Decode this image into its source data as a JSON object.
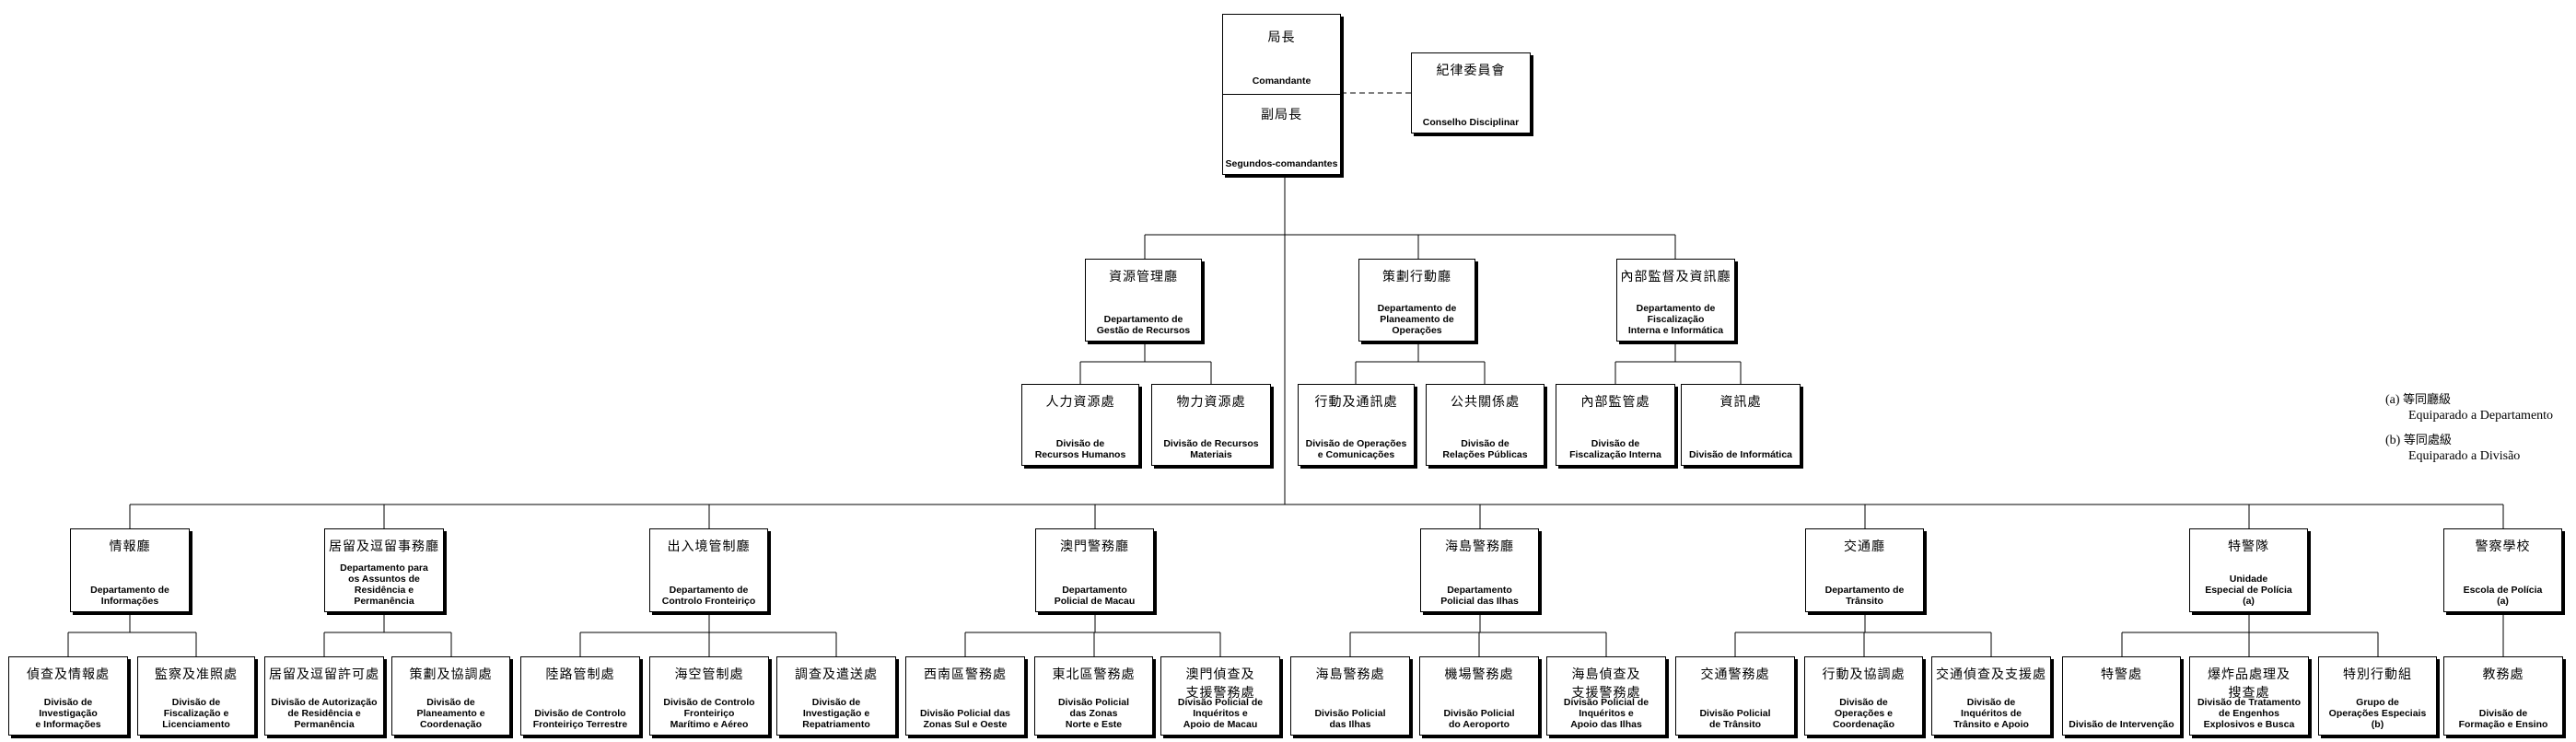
{
  "commander": {
    "zh": "局長",
    "pt": "Comandante"
  },
  "deputy": {
    "zh": "副局長",
    "pt": "Segundos-comandantes"
  },
  "council": {
    "zh": "紀律委員會",
    "pt": "Conselho Disciplinar"
  },
  "level2": [
    {
      "zh": "資源管理廳",
      "pt": "Departamento de\nGestão de Recursos"
    },
    {
      "zh": "策劃行動廳",
      "pt": "Departamento de\nPlaneamento de\nOperações"
    },
    {
      "zh": "內部監督及資訊廳",
      "pt": "Departamento de\nFiscalização\nInterna e Informática"
    }
  ],
  "level3": [
    {
      "zh": "人力資源處",
      "pt": "Divisão de\nRecursos Humanos"
    },
    {
      "zh": "物力資源處",
      "pt": "Divisão de Recursos\nMateriais"
    },
    {
      "zh": "行動及通訊處",
      "pt": "Divisão de Operações\ne Comunicações"
    },
    {
      "zh": "公共關係處",
      "pt": "Divisão de\nRelações Públicas"
    },
    {
      "zh": "內部監管處",
      "pt": "Divisão de\nFiscalização Interna"
    },
    {
      "zh": "資訊處",
      "pt": "Divisão de Informática"
    }
  ],
  "level4": [
    {
      "zh": "情報廳",
      "pt": "Departamento de\nInformações"
    },
    {
      "zh": "居留及逗留事務廳",
      "pt": "Departamento para\nos Assuntos de\nResidência e\nPermanência"
    },
    {
      "zh": "出入境管制廳",
      "pt": "Departamento de\nControlo Fronteiriço"
    },
    {
      "zh": "澳門警務廳",
      "pt": "Departamento\nPolicial de Macau"
    },
    {
      "zh": "海島警務廳",
      "pt": "Departamento\nPolicial das Ilhas"
    },
    {
      "zh": "交通廳",
      "pt": "Departamento de\nTrânsito"
    },
    {
      "zh": "特警隊",
      "pt": "Unidade\nEspecial de Polícia\n(a)"
    },
    {
      "zh": "警察學校",
      "pt": "Escola de Polícia\n(a)"
    }
  ],
  "level5": [
    {
      "zh": "偵查及情報處",
      "pt": "Divisão de\nInvestigação\ne Informações"
    },
    {
      "zh": "監察及准照處",
      "pt": "Divisão de\nFiscalização e\nLicenciamento"
    },
    {
      "zh": "居留及逗留許可處",
      "pt": "Divisão de Autorização\nde Residência e\nPermanência"
    },
    {
      "zh": "策劃及協調處",
      "pt": "Divisão de\nPlaneamento e\nCoordenação"
    },
    {
      "zh": "陸路管制處",
      "pt": "Divisão de Controlo\nFronteiriço Terrestre"
    },
    {
      "zh": "海空管制處",
      "pt": "Divisão de Controlo\nFronteiriço\nMarítimo e Aéreo"
    },
    {
      "zh": "調查及遣送處",
      "pt": "Divisão de\nInvestigação e\nRepatriamento"
    },
    {
      "zh": "西南區警務處",
      "pt": "Divisão Policial das\nZonas Sul e Oeste"
    },
    {
      "zh": "東北區警務處",
      "pt": "Divisão Policial\ndas Zonas\nNorte e Este"
    },
    {
      "zh": "澳門偵查及\n支援警務處",
      "pt": "Divisão Policial de\nInquéritos e\nApoio de Macau"
    },
    {
      "zh": "海島警務處",
      "pt": "Divisão Policial\ndas Ilhas"
    },
    {
      "zh": "機場警務處",
      "pt": "Divisão Policial\ndo Aeroporto"
    },
    {
      "zh": "海島偵查及\n支援警務處",
      "pt": "Divisão Policial de\nInquéritos e\nApoio das Ilhas"
    },
    {
      "zh": "交通警務處",
      "pt": "Divisão Policial\nde Trânsito"
    },
    {
      "zh": "行動及協調處",
      "pt": "Divisão de\nOperações e\nCoordenação"
    },
    {
      "zh": "交通偵查及支援處",
      "pt": "Divisão de\nInquéritos de\nTrânsito e Apoio"
    },
    {
      "zh": "特警處",
      "pt": "Divisão de Intervenção"
    },
    {
      "zh": "爆炸品處理及\n搜查處",
      "pt": "Divisão de Tratamento\nde Engenhos\nExplosivos e Busca"
    },
    {
      "zh": "特別行動組",
      "pt": "Grupo de\nOperações Especiais\n(b)"
    },
    {
      "zh": "教務處",
      "pt": "Divisão de\nFormação e Ensino"
    }
  ],
  "legend": [
    {
      "mark": "(a)",
      "zh": "等同廳級",
      "pt": "Equiparado a Departamento"
    },
    {
      "mark": "(b)",
      "zh": "等同處級",
      "pt": "Equiparado a Divisão"
    }
  ]
}
